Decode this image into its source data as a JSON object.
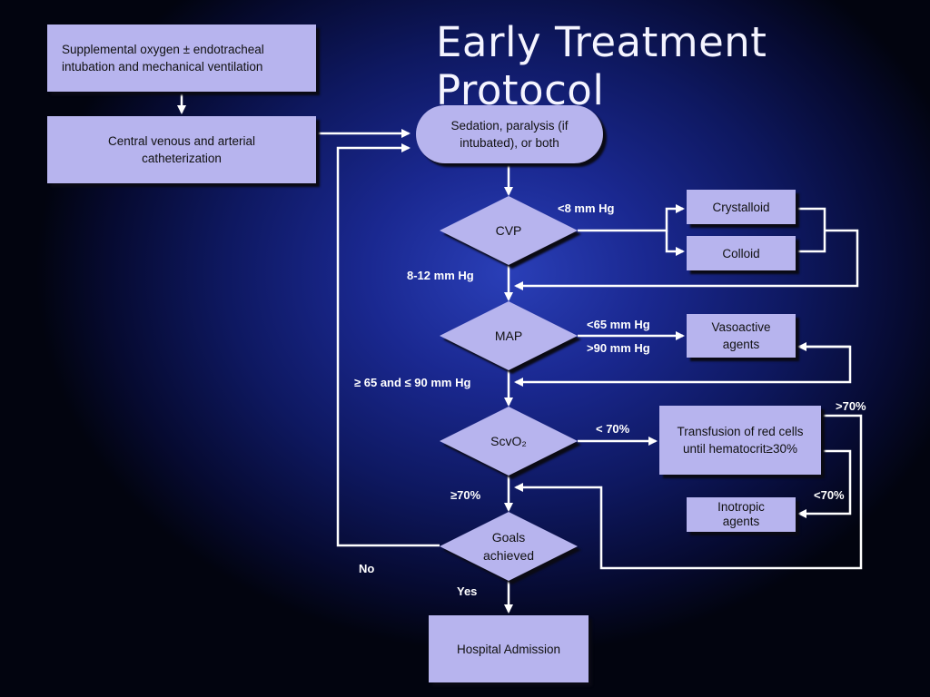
{
  "title": "Early Treatment Protocol",
  "boxes": {
    "oxygen": "Supplemental oxygen ± endotracheal intubation and mechanical ventilation",
    "catheter": "Central venous and arterial catheterization",
    "sedation": "Sedation, paralysis (if intubated), or both",
    "crystalloid": "Crystalloid",
    "colloid": "Colloid",
    "vasoactive": "Vasoactive agents",
    "transfusion": "Transfusion of red cells until hematocrit≥30%",
    "inotropic": "Inotropic agents",
    "admission": "Hospital Admission"
  },
  "decisions": {
    "cvp": "CVP",
    "map": "MAP",
    "scvo2": "ScvO₂",
    "goals_line1": "Goals",
    "goals_line2": "achieved"
  },
  "labels": {
    "cvp_low": "<8 mm Hg",
    "cvp_ok": "8-12 mm Hg",
    "map_low": "<65 mm Hg",
    "map_high": ">90 mm Hg",
    "map_ok": "≥ 65 and ≤ 90 mm Hg",
    "scvo2_low": "< 70%",
    "scvo2_ok": "≥70%",
    "transfusion_high": ">70%",
    "transfusion_low": "<70%",
    "no": "No",
    "yes": "Yes"
  }
}
